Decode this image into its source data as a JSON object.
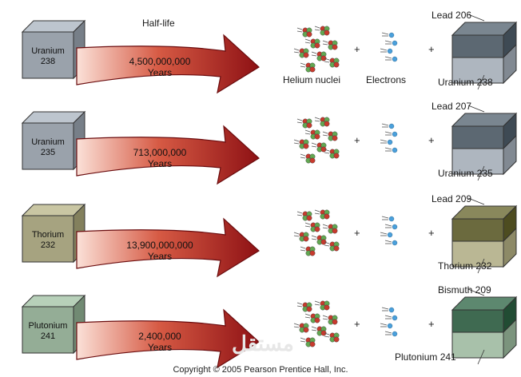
{
  "header": {
    "half_life_label": "Half-life"
  },
  "products_header": {
    "helium_label": "Helium nuclei",
    "electrons_label": "Electrons"
  },
  "rows": [
    {
      "parent_name": "Uranium",
      "parent_mass": "238",
      "half_life_value": "4,500,000,000",
      "half_life_unit": "Years",
      "daughter_label": "Lead 206",
      "remaining_label": "Uranium 238",
      "parent_color": "#9aa2ab",
      "daughter_color": "#5c6872"
    },
    {
      "parent_name": "Uranium",
      "parent_mass": "235",
      "half_life_value": "713,000,000",
      "half_life_unit": "Years",
      "daughter_label": "Lead 207",
      "remaining_label": "Uranium 235",
      "parent_color": "#9aa2ab",
      "daughter_color": "#5c6872"
    },
    {
      "parent_name": "Thorium",
      "parent_mass": "232",
      "half_life_value": "13,900,000,000",
      "half_life_unit": "Years",
      "daughter_label": "Lead 209",
      "remaining_label": "Thorium 232",
      "parent_color": "#a6a380",
      "daughter_color": "#6b6a3e"
    },
    {
      "parent_name": "Plutonium",
      "parent_mass": "241",
      "half_life_value": "2,400,000",
      "half_life_unit": "Years",
      "daughter_label": "Bismuth 209",
      "remaining_label": "Plutonium 241",
      "parent_color": "#94ad96",
      "daughter_color": "#3f6a51"
    }
  ],
  "plus_sign": "+",
  "footer": {
    "copyright": "Copyright © 2005 Pearson Prentice Hall, Inc."
  },
  "watermark": "مستقل",
  "colors": {
    "arrow_dark": "#8e1114",
    "arrow_light": "#fbe1d8",
    "proton": "#c83a2e",
    "neutron": "#62a852",
    "electron": "#4aa0dc"
  }
}
